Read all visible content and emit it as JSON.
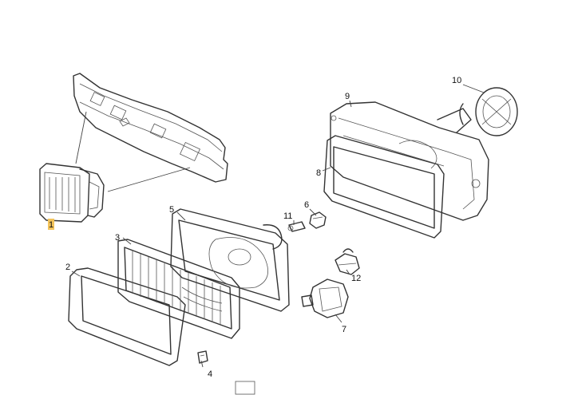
{
  "callouts": {
    "c1": "1",
    "c2": "2",
    "c3": "3",
    "c4": "4",
    "c5": "5",
    "c6": "6",
    "c7": "7",
    "c8": "8",
    "c9": "9",
    "c10": "10",
    "c11": "11",
    "c12": "12"
  },
  "highlight_color": "#f3c35a",
  "line_color": "#333333"
}
